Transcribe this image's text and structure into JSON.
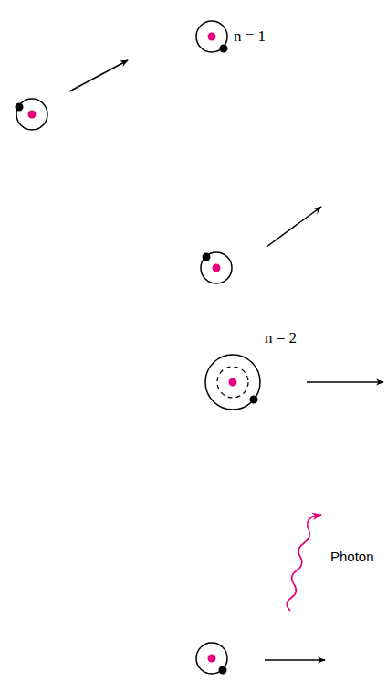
{
  "diagram": {
    "labels": [
      "n = 1",
      "n = 2",
      "Photon"
    ]
  }
}
